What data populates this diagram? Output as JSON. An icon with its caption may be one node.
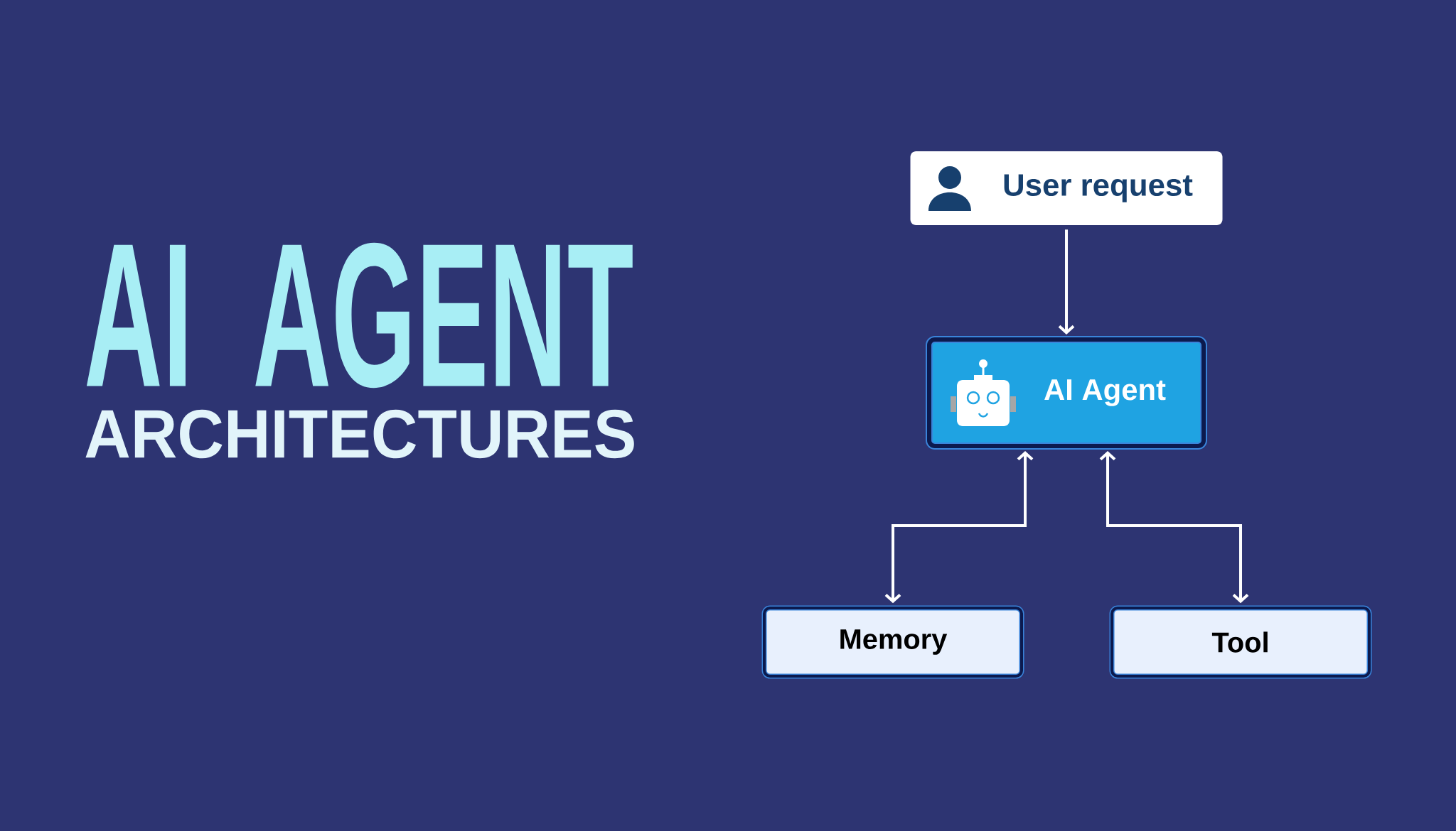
{
  "diagram": {
    "title": "AI AGENT",
    "nodes": [
      {
        "text": [
          "User request"
        ]
      },
      {
        "text": [
          "AI Agent"
        ]
      },
      {
        "text": [
          "Memory"
        ]
      },
      {
        "text": [
          "Tool"
        ]
      }
    ],
    "edges": [
      {
        "from": 0,
        "to": 1,
        "arrow": "to"
      },
      {
        "from": 1,
        "to": 2,
        "arrow": "both"
      },
      {
        "from": 1,
        "to": 3,
        "arrow": "both"
      }
    ],
    "labels": [
      "ARCHITECTURES"
    ]
  }
}
